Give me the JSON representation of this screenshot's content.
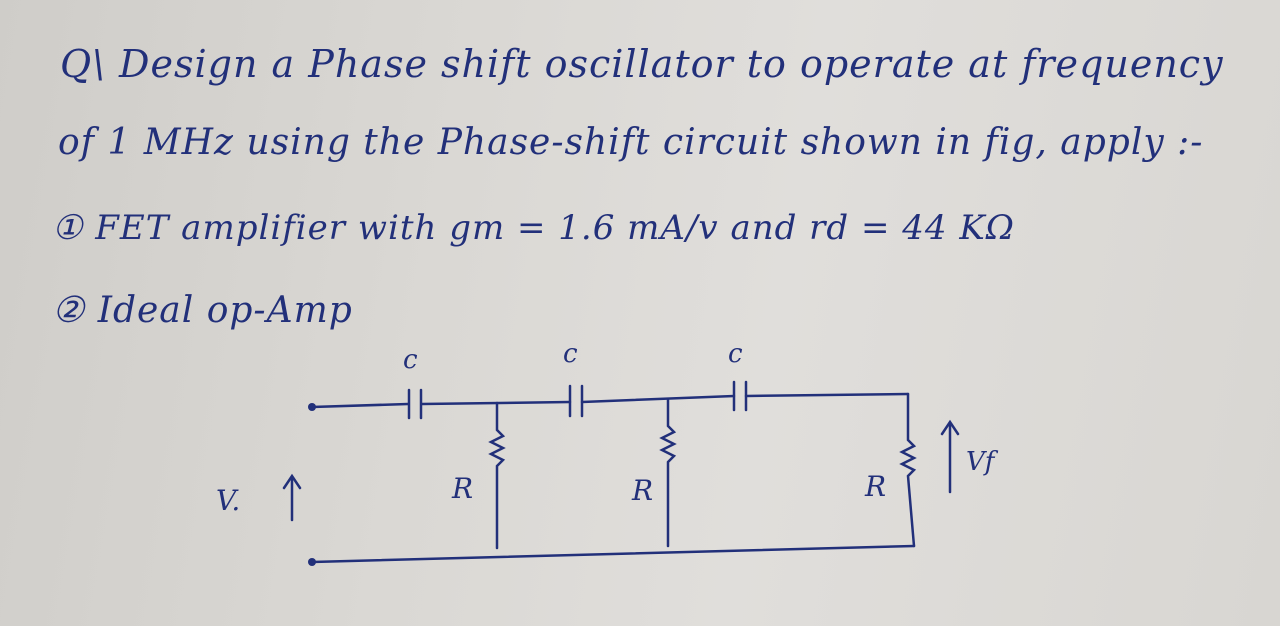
{
  "note": {
    "line1": "Q\\ Design a Phase shift oscillator to operate at frequency",
    "line2": "of 1 MHz using the Phase-shift circuit shown in fig, apply :-",
    "line3": "① FET amplifier with gm = 1.6 mA/v and rd = 44 KΩ",
    "line4": "② Ideal op-Amp"
  },
  "circuit": {
    "capacitor_label": "c",
    "resistor_label": "R",
    "input_label": "V.",
    "feedback_label": "Vf"
  },
  "colors": {
    "ink": "#22307a",
    "paper": "#dcdad6"
  }
}
